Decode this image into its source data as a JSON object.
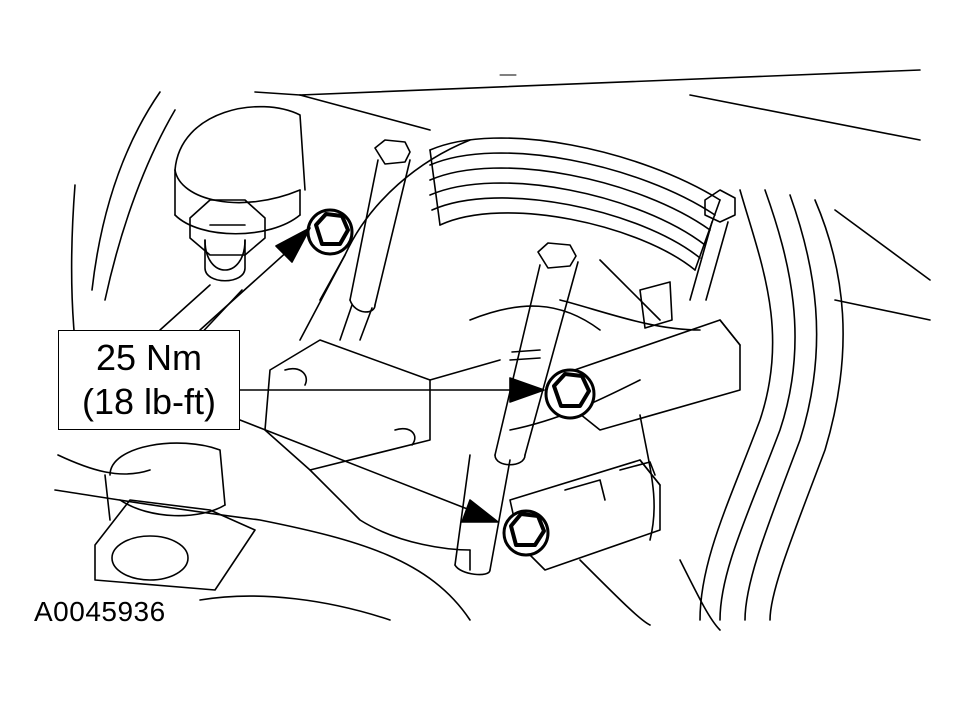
{
  "callout": {
    "torque_nm": "25 Nm",
    "torque_lbft": "(18 lb-ft)"
  },
  "figure_id": "A0045936"
}
